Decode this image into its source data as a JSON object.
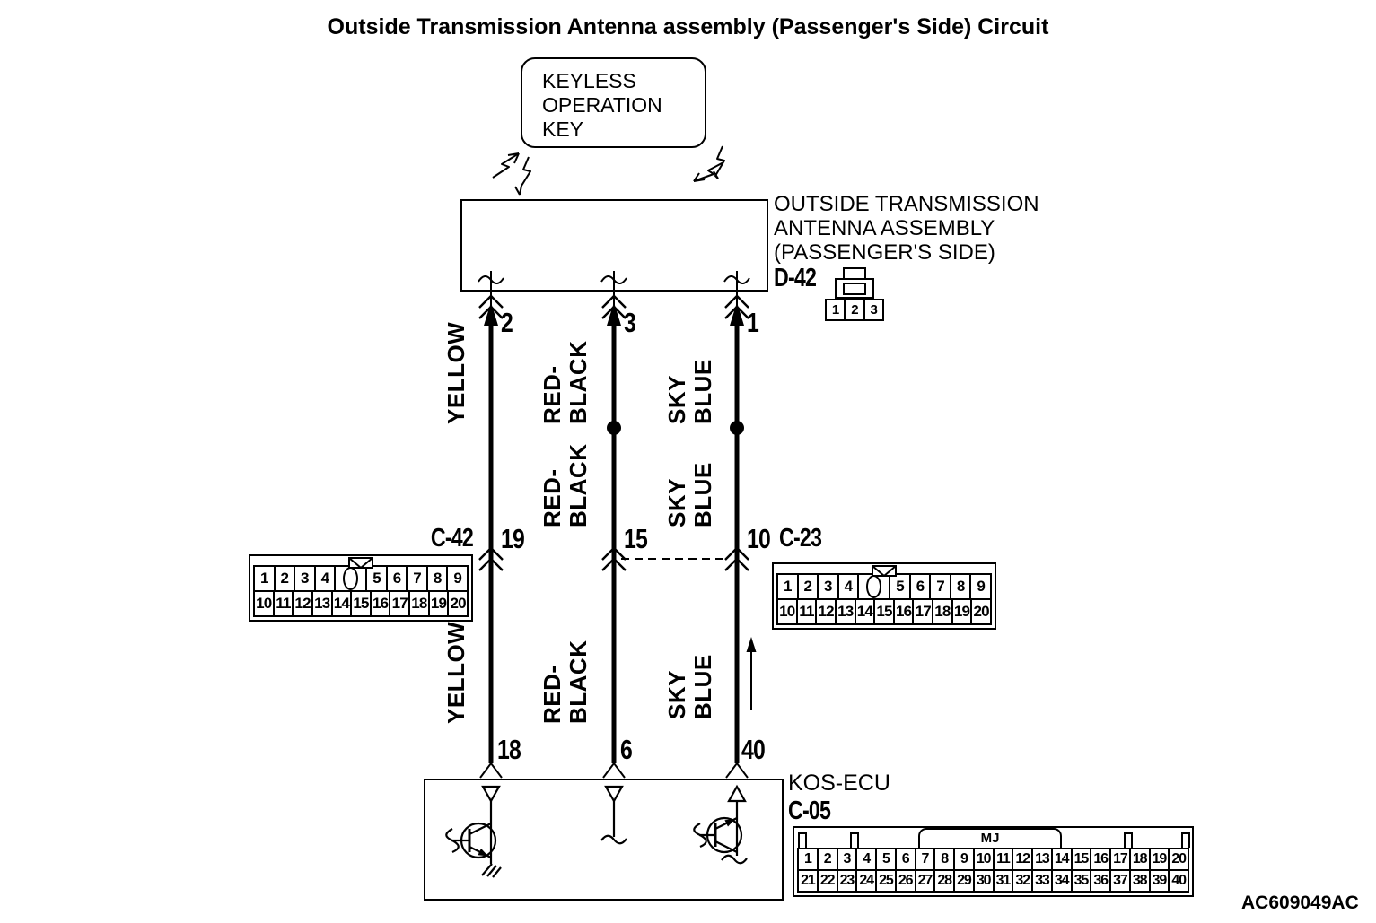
{
  "title": "Outside Transmission Antenna assembly (Passenger's Side) Circuit",
  "figure_code": "AC609049AC",
  "colors": {
    "line": "#000000",
    "background": "#ffffff"
  },
  "keyless_key": {
    "lines": [
      "KEYLESS",
      "OPERATION",
      "KEY"
    ]
  },
  "antenna_assembly": {
    "name_lines": [
      "OUTSIDE TRANSMISSION",
      "ANTENNA ASSEMBLY",
      "(PASSENGER'S SIDE)"
    ],
    "connector_id": "D-42",
    "connector_pins": [
      "1",
      "2",
      "3"
    ]
  },
  "ecu": {
    "name": "KOS-ECU"
  },
  "wires": [
    {
      "name": "yellow",
      "pin_top": "2",
      "pin_mid": "19",
      "pin_bottom": "18",
      "label_top": [
        "YELLOW"
      ],
      "label_bottom": [
        "YELLOW"
      ]
    },
    {
      "name": "red-black",
      "pin_top": "3",
      "pin_mid": "15",
      "pin_bottom": "6",
      "label_top": [
        "RED-",
        "BLACK"
      ],
      "label_mid": [
        "RED-",
        "BLACK"
      ],
      "label_bottom": [
        "RED-",
        "BLACK"
      ]
    },
    {
      "name": "sky-blue",
      "pin_top": "1",
      "pin_mid": "10",
      "pin_bottom": "40",
      "label_top": [
        "SKY",
        "BLUE"
      ],
      "label_mid": [
        "SKY",
        "BLUE"
      ],
      "label_bottom": [
        "SKY",
        "BLUE"
      ]
    }
  ],
  "connectors": {
    "c42": {
      "id": "C-42",
      "row1_left": [
        "1",
        "2",
        "3",
        "4"
      ],
      "row1_right": [
        "5",
        "6",
        "7",
        "8",
        "9"
      ],
      "row2": [
        "10",
        "11",
        "12",
        "13",
        "14",
        "15",
        "16",
        "17",
        "18",
        "19",
        "20"
      ]
    },
    "c23": {
      "id": "C-23",
      "row1_left": [
        "1",
        "2",
        "3",
        "4"
      ],
      "row1_right": [
        "5",
        "6",
        "7",
        "8",
        "9"
      ],
      "row2": [
        "10",
        "11",
        "12",
        "13",
        "14",
        "15",
        "16",
        "17",
        "18",
        "19",
        "20"
      ]
    },
    "c05": {
      "id": "C-05",
      "bracket_label": "MJ",
      "row1": [
        "1",
        "2",
        "3",
        "4",
        "5",
        "6",
        "7",
        "8",
        "9",
        "10",
        "11",
        "12",
        "13",
        "14",
        "15",
        "16",
        "17",
        "18",
        "19",
        "20"
      ],
      "row2": [
        "21",
        "22",
        "23",
        "24",
        "25",
        "26",
        "27",
        "28",
        "29",
        "30",
        "31",
        "32",
        "33",
        "34",
        "35",
        "36",
        "37",
        "38",
        "39",
        "40"
      ]
    }
  }
}
